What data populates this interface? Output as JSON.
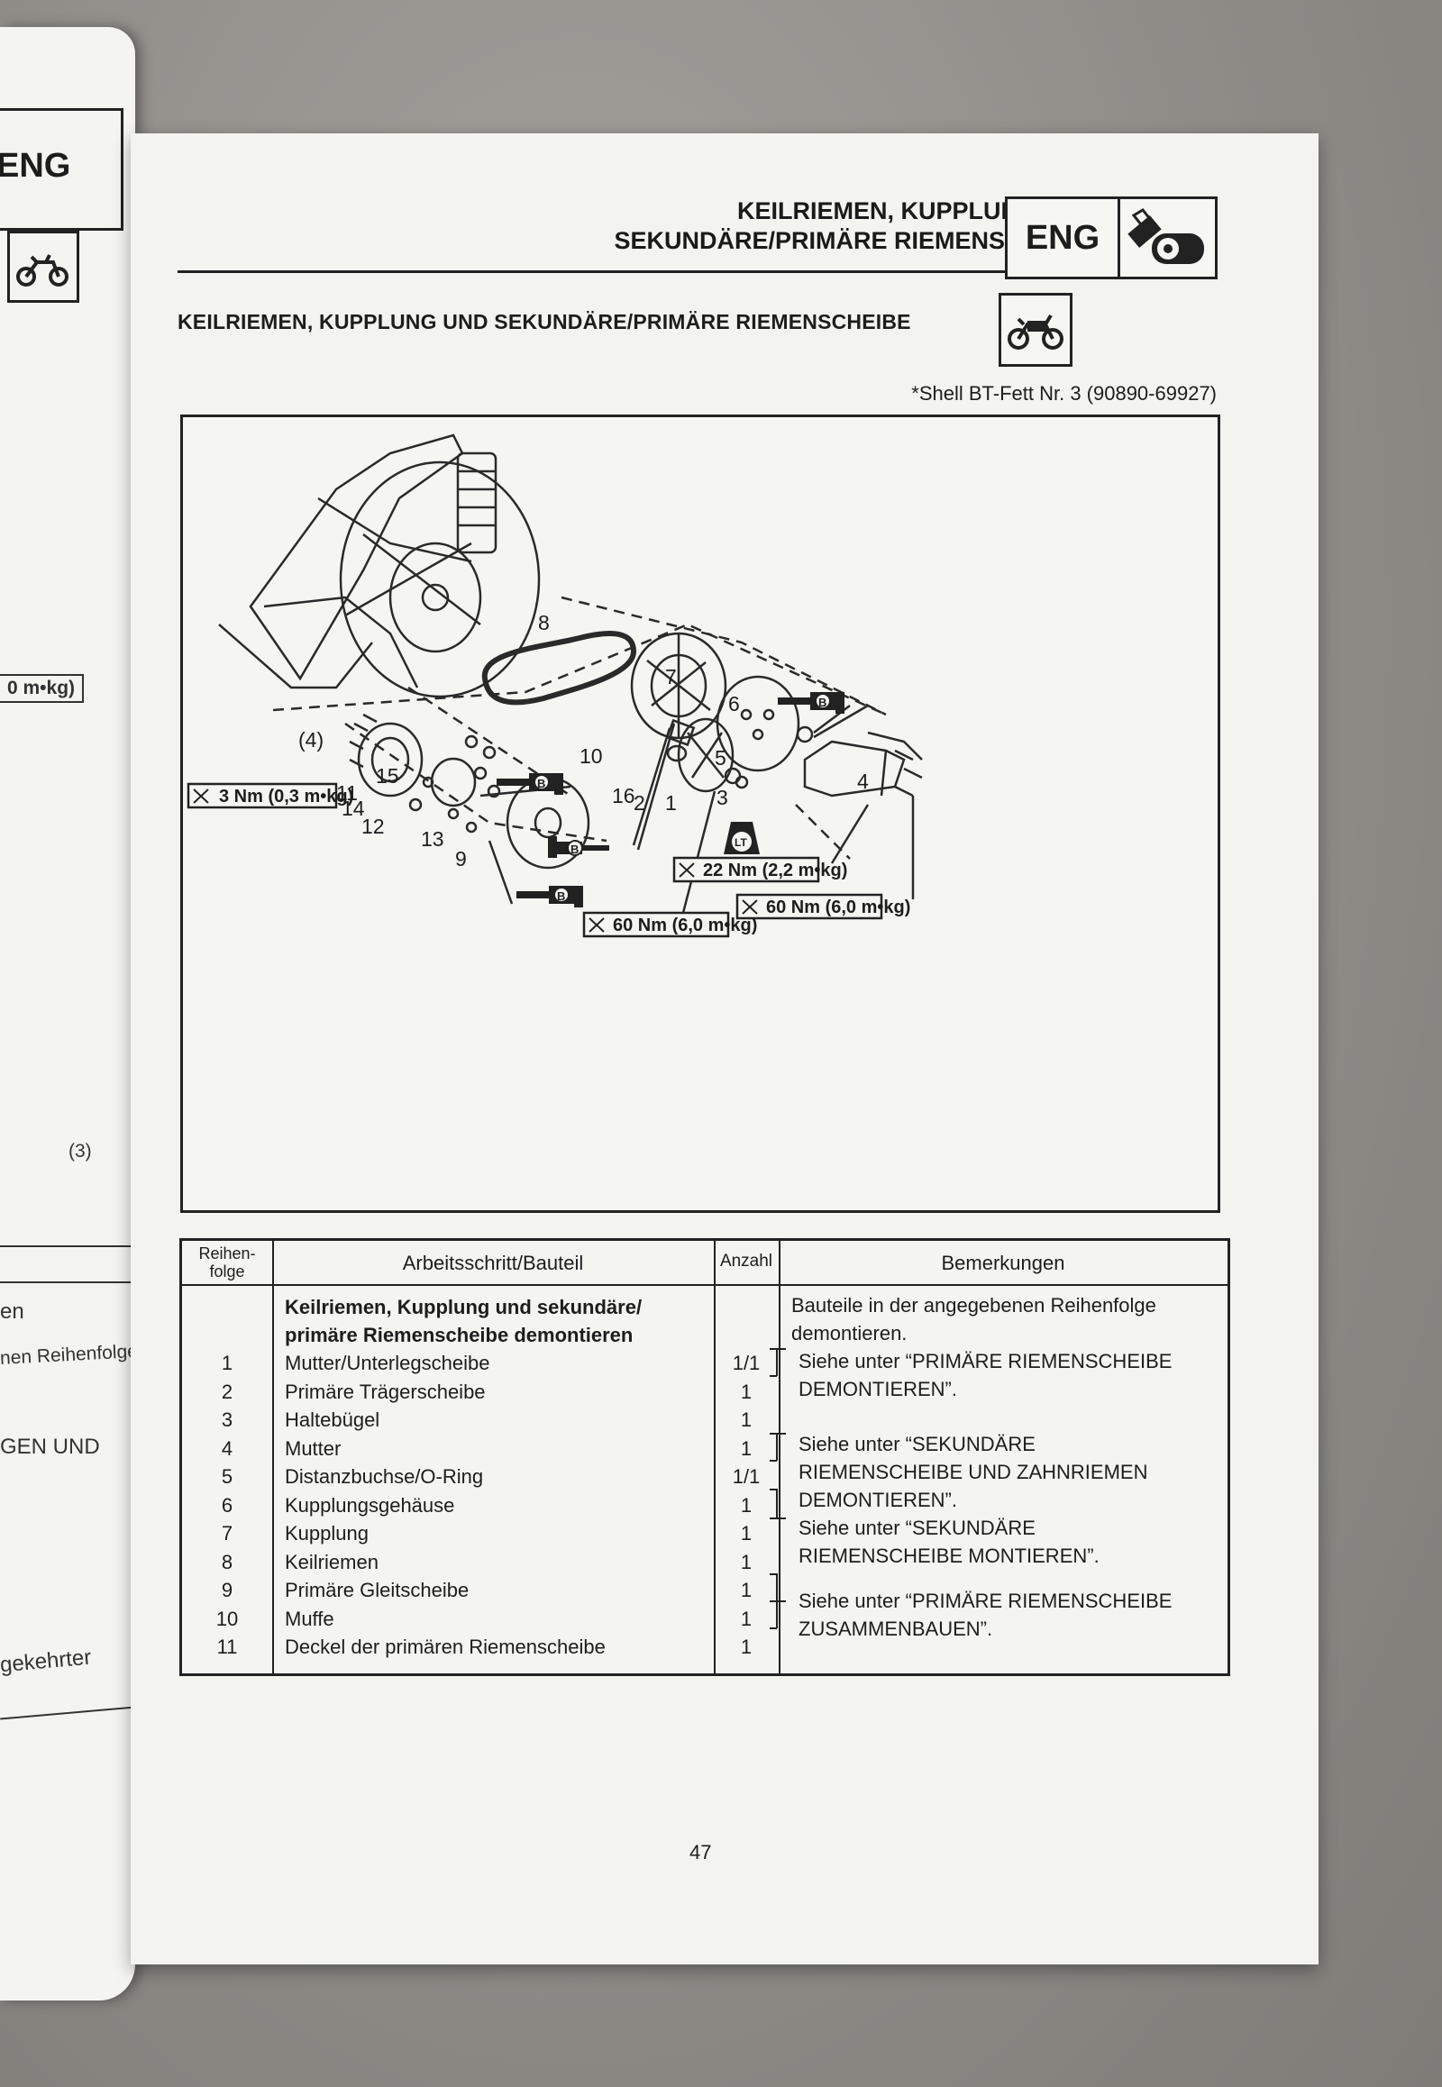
{
  "left_page": {
    "eng_label": "ENG",
    "torque_fragment": "0 m•kg)",
    "callout": "(3)",
    "text_lines": [
      "en",
      "nen Reihenfolge",
      "GEN UND",
      "gekehrter"
    ]
  },
  "header": {
    "title_line1": "KEILRIEMEN, KUPPLUNG UND",
    "title_line2": "SEKUNDÄRE/PRIMÄRE RIEMENSCHEIBE",
    "badge_label": "ENG",
    "badge_icon": "engine-tools-icon"
  },
  "section": {
    "title": "KEILRIEMEN, KUPPLUNG UND SEKUNDÄRE/PRIMÄRE RIEMENSCHEIBE",
    "icon": "motorcycle-icon"
  },
  "shell_note": "*Shell BT-Fett Nr. 3 (90890-69927)",
  "diagram": {
    "part_numbers": [
      "1",
      "2",
      "3",
      "4",
      "5",
      "6",
      "7",
      "8",
      "9",
      "10",
      "11",
      "12",
      "13",
      "14",
      "15",
      "16",
      "(4)"
    ],
    "torques": {
      "t1": "3 Nm (0,3 m•kg)",
      "t2": "22 Nm (2,2 m•kg)",
      "t3": "60 Nm (6,0 m•kg)",
      "t4": "60 Nm (6,0 m•kg)"
    },
    "grease_symbol": "B",
    "locktite_symbol": "LT"
  },
  "table": {
    "headers": {
      "order": [
        "Reihen-",
        "folge"
      ],
      "step": "Arbeitsschritt/Bauteil",
      "qty": "Anzahl",
      "remarks": "Bemerkungen"
    },
    "intro": [
      "Keilriemen, Kupplung und sekundäre/",
      "primäre Riemenscheibe demontieren"
    ],
    "rows": [
      {
        "n": "1",
        "name": "Mutter/Unterlegscheibe",
        "qty": "1/1"
      },
      {
        "n": "2",
        "name": "Primäre Trägerscheibe",
        "qty": "1"
      },
      {
        "n": "3",
        "name": "Haltebügel",
        "qty": "1"
      },
      {
        "n": "4",
        "name": "Mutter",
        "qty": "1"
      },
      {
        "n": "5",
        "name": "Distanzbuchse/O-Ring",
        "qty": "1/1"
      },
      {
        "n": "6",
        "name": "Kupplungsgehäuse",
        "qty": "1"
      },
      {
        "n": "7",
        "name": "Kupplung",
        "qty": "1"
      },
      {
        "n": "8",
        "name": "Keilriemen",
        "qty": "1"
      },
      {
        "n": "9",
        "name": "Primäre Gleitscheibe",
        "qty": "1"
      },
      {
        "n": "10",
        "name": "Muffe",
        "qty": "1"
      },
      {
        "n": "11",
        "name": "Deckel der primären Riemenscheibe",
        "qty": "1"
      }
    ],
    "remarks": {
      "intro": [
        "Bauteile in der angegebenen Reihenfolge",
        "demontieren."
      ],
      "r1": [
        "Siehe unter “PRIMÄRE RIEMENSCHEIBE",
        "DEMONTIEREN”."
      ],
      "r2": [
        "Siehe unter “SEKUNDÄRE",
        "RIEMENSCHEIBE UND ZAHNRIEMEN",
        "DEMONTIEREN”."
      ],
      "r3": [
        "Siehe unter “SEKUNDÄRE",
        "RIEMENSCHEIBE MONTIEREN”."
      ],
      "r4": [
        "Siehe unter “PRIMÄRE RIEMENSCHEIBE",
        "ZUSAMMENBAUEN”."
      ]
    }
  },
  "page_number": "47"
}
